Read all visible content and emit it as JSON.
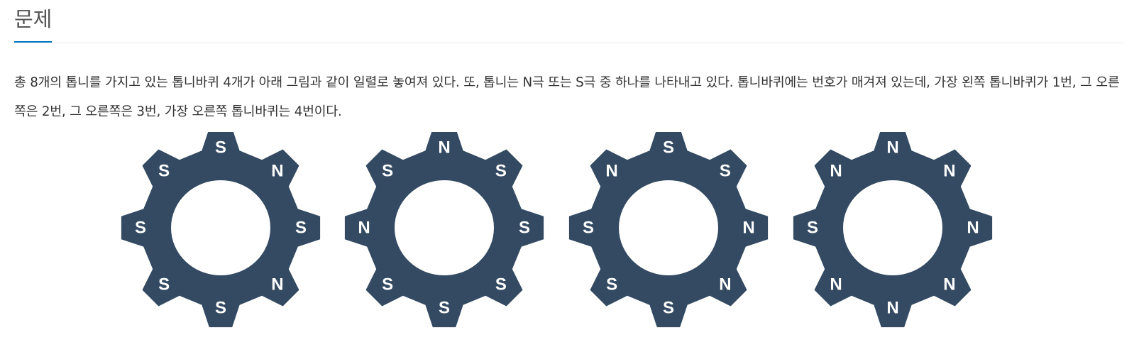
{
  "section": {
    "heading": "문제"
  },
  "problem": {
    "paragraph": "총 8개의 톱니를 가지고 있는 톱니바퀴 4개가 아래 그림과 같이 일렬로 놓여져 있다. 또, 톱니는 N극 또는 S극 중 하나를 나타내고 있다. 톱니바퀴에는 번호가 매겨져 있는데, 가장 왼쪽 톱니바퀴가 1번, 그 오른쪽은 2번, 그 오른쪽은 3번, 가장 오른쪽 톱니바퀴는 4번이다."
  },
  "figure": {
    "gear_color": "#334a62",
    "label_color": "#ffffff",
    "gears": [
      {
        "poles": [
          "S",
          "N",
          "S",
          "N",
          "S",
          "S",
          "S",
          "S"
        ]
      },
      {
        "poles": [
          "N",
          "S",
          "S",
          "S",
          "S",
          "S",
          "N",
          "S"
        ]
      },
      {
        "poles": [
          "S",
          "S",
          "N",
          "N",
          "S",
          "S",
          "S",
          "N"
        ]
      },
      {
        "poles": [
          "N",
          "N",
          "N",
          "N",
          "N",
          "N",
          "S",
          "N"
        ]
      }
    ]
  }
}
